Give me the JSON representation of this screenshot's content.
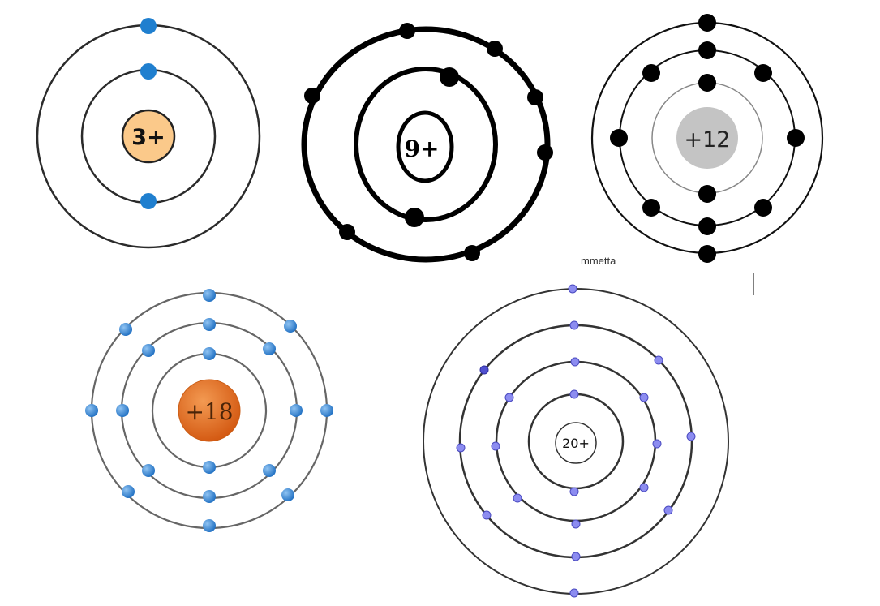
{
  "atoms": [
    {
      "id": "lithium",
      "nucleus_label": "3+",
      "shell_electrons": [
        2,
        1
      ],
      "colors": {
        "electron": "#1f7fcf",
        "nucleus_fill": "#fbc98a",
        "nucleus_stroke": "#222222",
        "orbit": "#2b2b2b"
      },
      "icon": "bohr-atom-model"
    },
    {
      "id": "fluorine",
      "nucleus_label": "9+",
      "shell_electrons": [
        2,
        7
      ],
      "colors": {
        "electron": "#000000",
        "nucleus_fill": "#ffffff",
        "nucleus_stroke": "#000000",
        "orbit": "#000000"
      },
      "icon": "bohr-atom-model"
    },
    {
      "id": "magnesium",
      "nucleus_label": "+12",
      "shell_electrons": [
        2,
        8,
        2
      ],
      "colors": {
        "electron": "#000000",
        "nucleus_fill": "#c4c4c4",
        "nucleus_stroke": "#c4c4c4",
        "orbit": "#111111"
      },
      "icon": "bohr-atom-model"
    },
    {
      "id": "argon",
      "nucleus_label": "+18",
      "shell_electrons": [
        2,
        8,
        8
      ],
      "colors": {
        "electron": "#2f7fd0",
        "nucleus_fill": "#e06a1c",
        "nucleus_stroke": "#c85a12",
        "orbit": "#666666"
      },
      "icon": "bohr-atom-model"
    },
    {
      "id": "calcium",
      "nucleus_label": "20+",
      "shell_electrons": [
        2,
        8,
        8,
        2
      ],
      "colors": {
        "electron": "#8c8cf0",
        "nucleus_fill": "#ffffff",
        "nucleus_stroke": "#333333",
        "orbit": "#333333"
      },
      "icon": "bohr-atom-model"
    }
  ],
  "caption_fragment": "mmetta"
}
